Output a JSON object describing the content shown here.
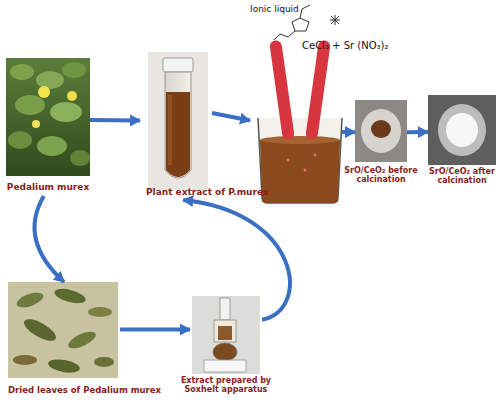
{
  "diagram": {
    "nodes": [
      {
        "text": [
          "Pedalium murex"
        ]
      },
      {
        "text": [
          "Plant extract of P.murex"
        ]
      },
      {
        "text": [
          "CeCl₃ + Sr (NO₃)₂"
        ]
      },
      {
        "text": [
          "SrO/CeO₂ before calcination"
        ]
      },
      {
        "text": [
          "SrO/CeO₂ after calcination"
        ]
      },
      {
        "text": [
          "Dried leaves of Pedalium murex"
        ]
      },
      {
        "text": [
          "Extract prepared by Soxhelt apparatus"
        ]
      }
    ],
    "edges": [
      {
        "from": 0,
        "to": 1,
        "arrow": "to"
      },
      {
        "from": 1,
        "to": 2,
        "arrow": "to"
      },
      {
        "from": 2,
        "to": 3,
        "arrow": "to"
      },
      {
        "from": 3,
        "to": 4,
        "arrow": "to"
      },
      {
        "from": 0,
        "to": 5,
        "arrow": "to"
      },
      {
        "from": 5,
        "to": 6,
        "arrow": "to"
      },
      {
        "from": 6,
        "to": 1,
        "arrow": "to"
      }
    ],
    "labels": [
      "Ionic liquid"
    ]
  }
}
